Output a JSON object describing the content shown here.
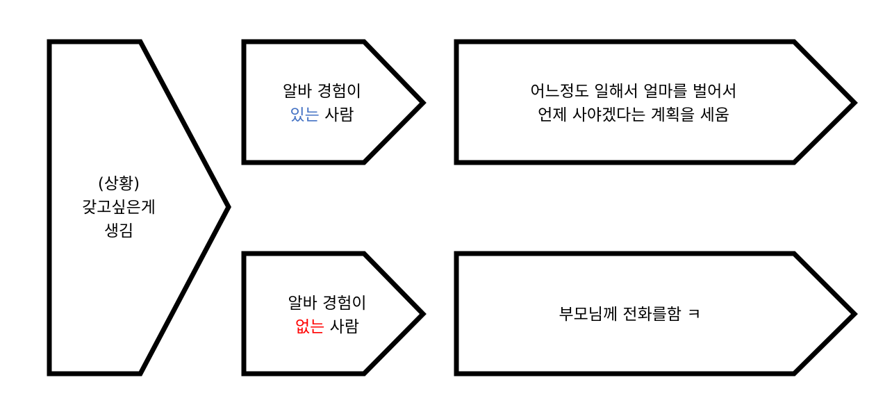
{
  "colors": {
    "outline": "#000000",
    "positive": "#4472C4",
    "negative": "#FF0000"
  },
  "situation": {
    "lines": [
      "(상황)",
      "갖고싶은게",
      "생김"
    ]
  },
  "branch_yes": {
    "line1": "알바 경험이",
    "highlight": "있는",
    "rest": " 사람",
    "outcome_lines": [
      "어느정도 일해서 얼마를 벌어서",
      "언제 사야겠다는 계획을 세움"
    ]
  },
  "branch_no": {
    "line1": "알바 경험이",
    "highlight": "없는",
    "rest": " 사람",
    "outcome": "부모님께 전화를함 ㅋ"
  }
}
